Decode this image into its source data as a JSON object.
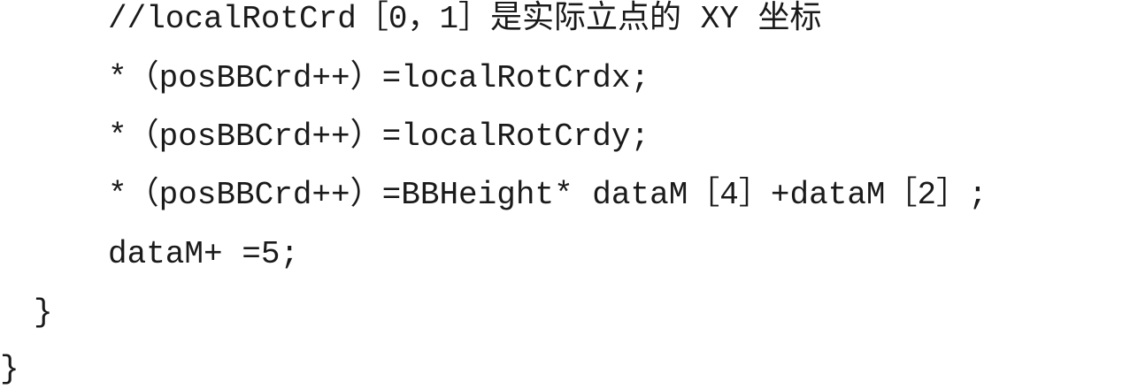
{
  "code_lines": [
    "//localRotCrd［0，1］是实际立点的 XY 坐标",
    "*（posBBCrd++）=localRotCrdx;",
    "*（posBBCrd++）=localRotCrdy;",
    "*（posBBCrd++）=BBHeight* dataM［4］+dataM［2］;",
    "dataM+ =5;",
    "}",
    "}"
  ]
}
